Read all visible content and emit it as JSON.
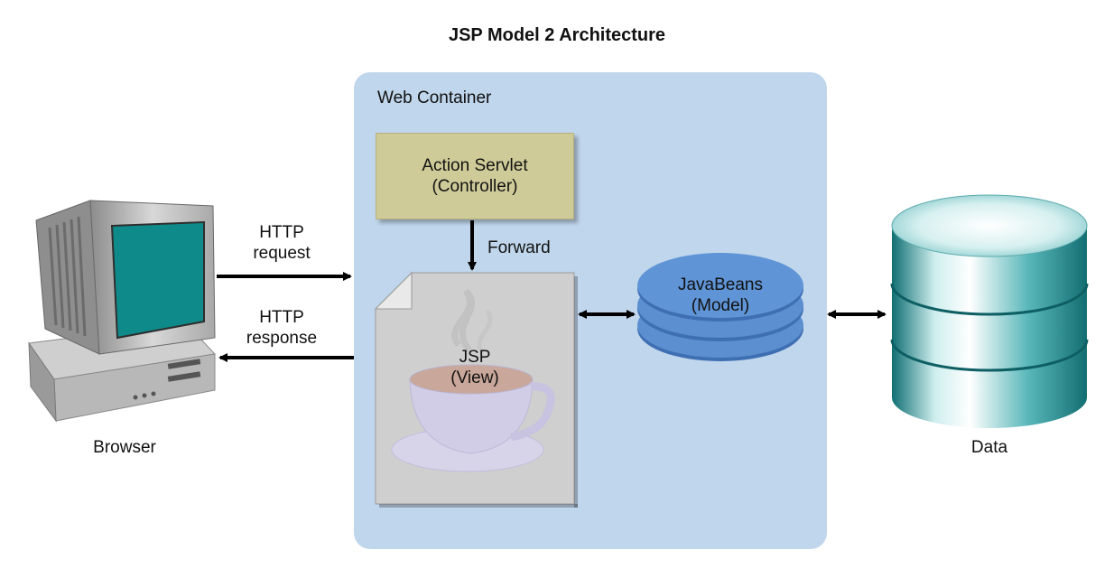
{
  "title": "JSP Model 2 Architecture",
  "container": {
    "label": "Web Container"
  },
  "controller": {
    "line1": "Action Servlet",
    "line2": "(Controller)"
  },
  "forward_label": "Forward",
  "view": {
    "line1": "JSP",
    "line2": "(View)"
  },
  "model": {
    "line1": "JavaBeans",
    "line2": "(Model)"
  },
  "http_request": {
    "line1": "HTTP",
    "line2": "request"
  },
  "http_response": {
    "line1": "HTTP",
    "line2": "response"
  },
  "browser_label": "Browser",
  "data_label": "Data",
  "colors": {
    "container_bg": "#c0d6ec",
    "controller_bg": "#cfcb99",
    "view_bg": "#cfcfcf",
    "model_fill": "#5b8fd0",
    "monitor_screen": "#0f8a8a",
    "database_teal": "#2a9a9e"
  },
  "icons": [
    "computer-monitor-icon",
    "java-coffee-cup-icon",
    "database-cylinder-icon",
    "bean-stack-icon"
  ]
}
